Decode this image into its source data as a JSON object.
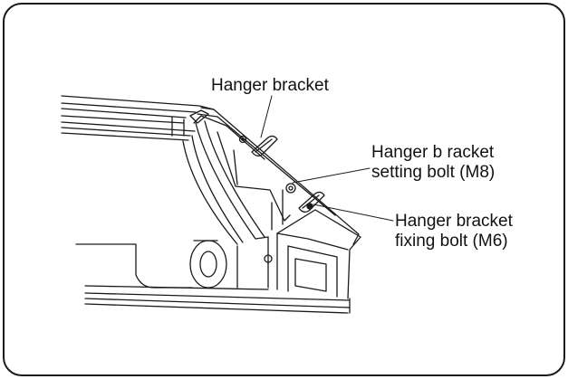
{
  "diagram": {
    "labels": {
      "hanger_bracket": "Hanger bracket",
      "setting_bolt_line1": "Hanger b racket",
      "setting_bolt_line2": "setting bolt (M8)",
      "fixing_bolt_line1": "Hanger bracket",
      "fixing_bolt_line2": "fixing bolt (M6)"
    },
    "colors": {
      "line": "#1a1a1a",
      "background": "#ffffff"
    }
  }
}
